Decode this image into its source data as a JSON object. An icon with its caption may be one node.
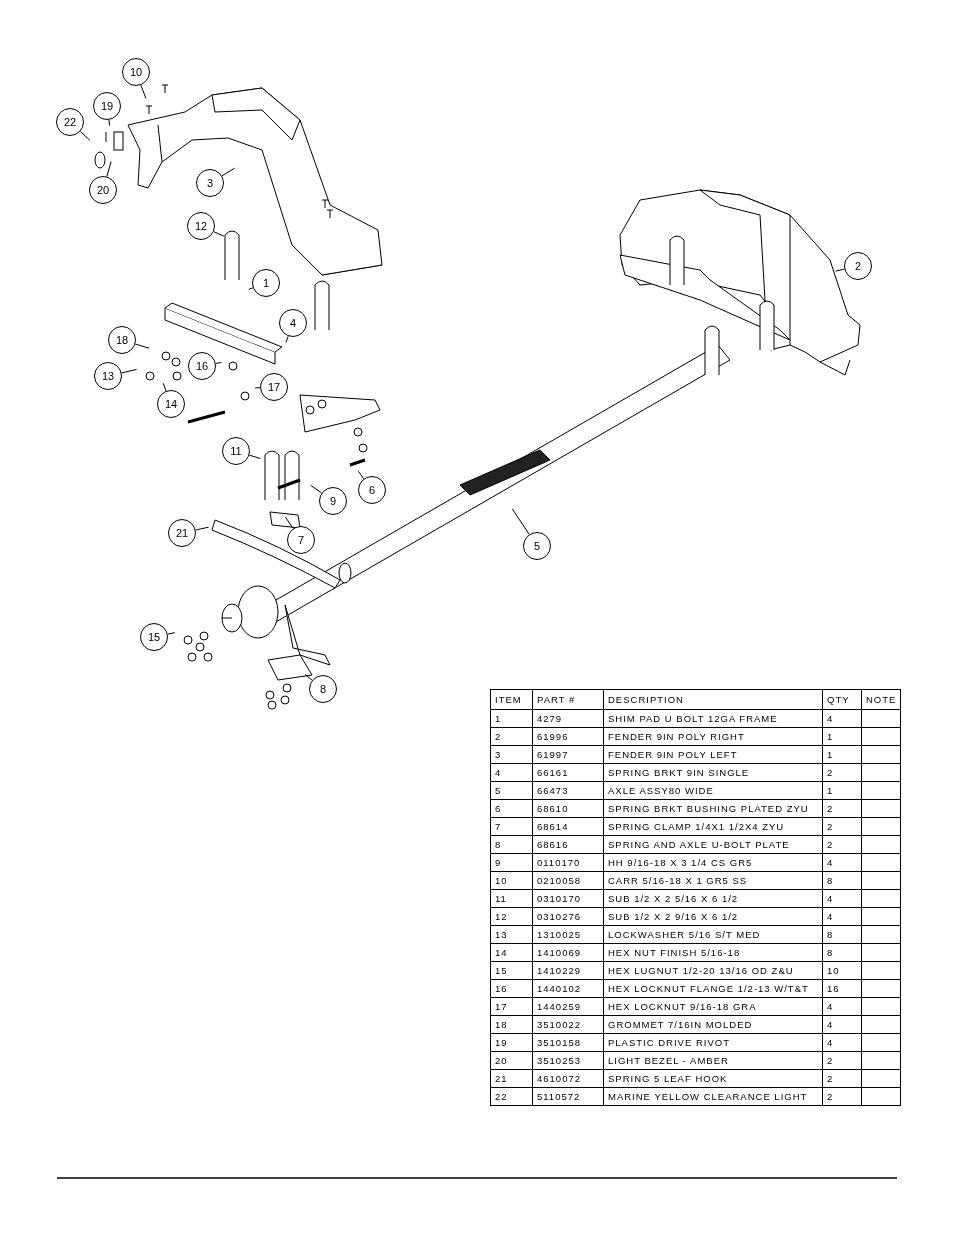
{
  "diagram": {
    "nodes": [
      {
        "text": [
          "10"
        ]
      },
      {
        "text": [
          "19"
        ]
      },
      {
        "text": [
          "22"
        ]
      },
      {
        "text": [
          "3"
        ]
      },
      {
        "text": [
          "20"
        ]
      },
      {
        "text": [
          "12"
        ]
      },
      {
        "text": [
          "2"
        ]
      },
      {
        "text": [
          "1"
        ]
      },
      {
        "text": [
          "4"
        ]
      },
      {
        "text": [
          "18"
        ]
      },
      {
        "text": [
          "16"
        ]
      },
      {
        "text": [
          "13"
        ]
      },
      {
        "text": [
          "17"
        ]
      },
      {
        "text": [
          "14"
        ]
      },
      {
        "text": [
          "11"
        ]
      },
      {
        "text": [
          "6"
        ]
      },
      {
        "text": [
          "9"
        ]
      },
      {
        "text": [
          "21"
        ]
      },
      {
        "text": [
          "7"
        ]
      },
      {
        "text": [
          "5"
        ]
      },
      {
        "text": [
          "15"
        ]
      },
      {
        "text": [
          "8"
        ]
      }
    ],
    "edges": [
      {
        "from": 0,
        "to": null,
        "arrow": "none"
      },
      {
        "from": 1,
        "to": null,
        "arrow": "none"
      },
      {
        "from": 2,
        "to": null,
        "arrow": "none"
      },
      {
        "from": 3,
        "to": null,
        "arrow": "none"
      },
      {
        "from": 4,
        "to": null,
        "arrow": "none"
      },
      {
        "from": 5,
        "to": null,
        "arrow": "none"
      },
      {
        "from": 6,
        "to": null,
        "arrow": "none"
      },
      {
        "from": 7,
        "to": null,
        "arrow": "none"
      },
      {
        "from": 8,
        "to": null,
        "arrow": "none"
      },
      {
        "from": 9,
        "to": null,
        "arrow": "none"
      },
      {
        "from": 10,
        "to": null,
        "arrow": "none"
      },
      {
        "from": 11,
        "to": null,
        "arrow": "none"
      },
      {
        "from": 12,
        "to": null,
        "arrow": "none"
      },
      {
        "from": 13,
        "to": null,
        "arrow": "none"
      },
      {
        "from": 14,
        "to": null,
        "arrow": "none"
      },
      {
        "from": 15,
        "to": null,
        "arrow": "none"
      },
      {
        "from": 16,
        "to": null,
        "arrow": "none"
      },
      {
        "from": 17,
        "to": null,
        "arrow": "none"
      },
      {
        "from": 18,
        "to": null,
        "arrow": "none"
      },
      {
        "from": 19,
        "to": null,
        "arrow": "none"
      },
      {
        "from": 20,
        "to": null,
        "arrow": "none"
      },
      {
        "from": 21,
        "to": null,
        "arrow": "none"
      }
    ],
    "labels": [
      "ITEM",
      "PART #",
      "DESCRIPTION",
      "QTY",
      "NOTE",
      "1",
      "4279",
      "SHIM PAD U BOLT 12GA FRAME",
      "4",
      "2",
      "61996",
      "FENDER 9IN POLY RIGHT",
      "1",
      "3",
      "61997",
      "FENDER 9IN POLY LEFT",
      "1",
      "4",
      "66161",
      "SPRING BRKT 9IN SINGLE",
      "2",
      "5",
      "66473",
      "AXLE ASSY80 WIDE",
      "1",
      "6",
      "68610",
      "SPRING BRKT BUSHING PLATED ZYU",
      "2",
      "7",
      "68614",
      "SPRING CLAMP 1/4X1 1/2X4 ZYU",
      "2",
      "8",
      "68616",
      "SPRING AND AXLE U-BOLT PLATE",
      "2",
      "9",
      "0110170",
      "HH 9/16-18 X 3 1/4 CS GR5",
      "4",
      "10",
      "0210058",
      "CARR 5/16-18 X 1 GR5 SS",
      "8",
      "11",
      "0310170",
      "SUB 1/2 X 2 5/16 X 6 1/2",
      "4",
      "12",
      "0310276",
      "SUB 1/2 X 2 9/16 X 6 1/2",
      "4",
      "13",
      "1310025",
      "LOCKWASHER 5/16 S/T MED",
      "8",
      "14",
      "1410069",
      "HEX NUT FINISH 5/16-18",
      "8",
      "15",
      "1410229",
      "HEX LUGNUT 1/2-20 13/16 OD Z&U",
      "10",
      "16",
      "1440102",
      "HEX LOCKNUT FLANGE 1/2-13 W/T&T",
      "16",
      "17",
      "1440259",
      "HEX LOCKNUT 9/16-18 GRA",
      "4",
      "18",
      "3510022",
      "GROMMET 7/16IN MOLDED",
      "4",
      "19",
      "3510158",
      "PLASTIC DRIVE RIVOT",
      "4",
      "20",
      "3510253",
      "LIGHT BEZEL - AMBER",
      "2",
      "21",
      "4610072",
      "SPRING 5 LEAF HOOK",
      "2",
      "22",
      "5110572",
      "MARINE YELLOW CLEARANCE LIGHT",
      "2"
    ]
  }
}
